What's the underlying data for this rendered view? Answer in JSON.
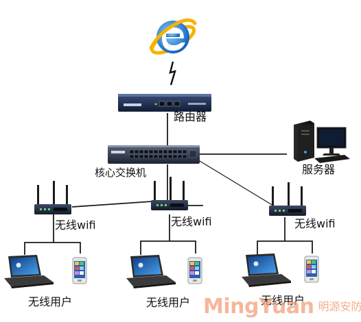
{
  "diagram": {
    "nodes": {
      "internet": {
        "icon": "internet-explorer-icon"
      },
      "router": {
        "label": "路由器",
        "icon": "router-device"
      },
      "core_switch": {
        "label": "核心交换机",
        "icon": "switch-device"
      },
      "server": {
        "label": "服务器",
        "icon": "server-tower"
      },
      "ap_left": {
        "label": "无线wifi",
        "icon": "wireless-router"
      },
      "ap_center": {
        "label": "无线wifi",
        "icon": "wireless-router"
      },
      "ap_right": {
        "label": "无线wifi",
        "icon": "wireless-router"
      },
      "users_left": {
        "label": "无线用户"
      },
      "users_center": {
        "label": "无线用户"
      },
      "users_right": {
        "label": "无线用户"
      }
    },
    "watermark": {
      "latin": "MingYuan",
      "cjk": "明源安防"
    },
    "colors": {
      "line": "#1a1a1a",
      "device_dark": "#1c2a45",
      "watermark": "#f2a07a",
      "ie_blue": "#1e88e5",
      "ie_gold": "#f5b400"
    }
  }
}
